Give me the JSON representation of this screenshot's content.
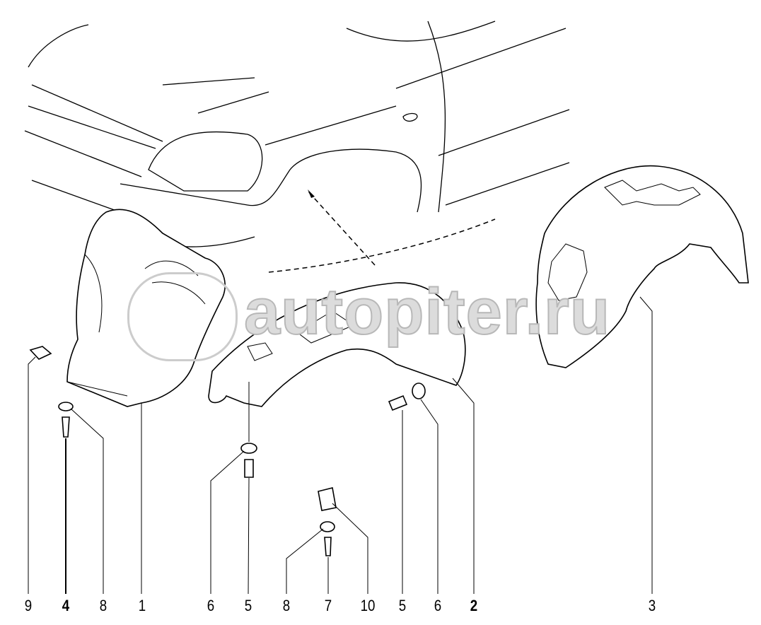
{
  "diagram": {
    "watermark": "autopiter.ru",
    "labels": [
      "9",
      "4",
      "8",
      "1",
      "6",
      "5",
      "8",
      "7",
      "10",
      "5",
      "6",
      "2",
      "3"
    ]
  }
}
